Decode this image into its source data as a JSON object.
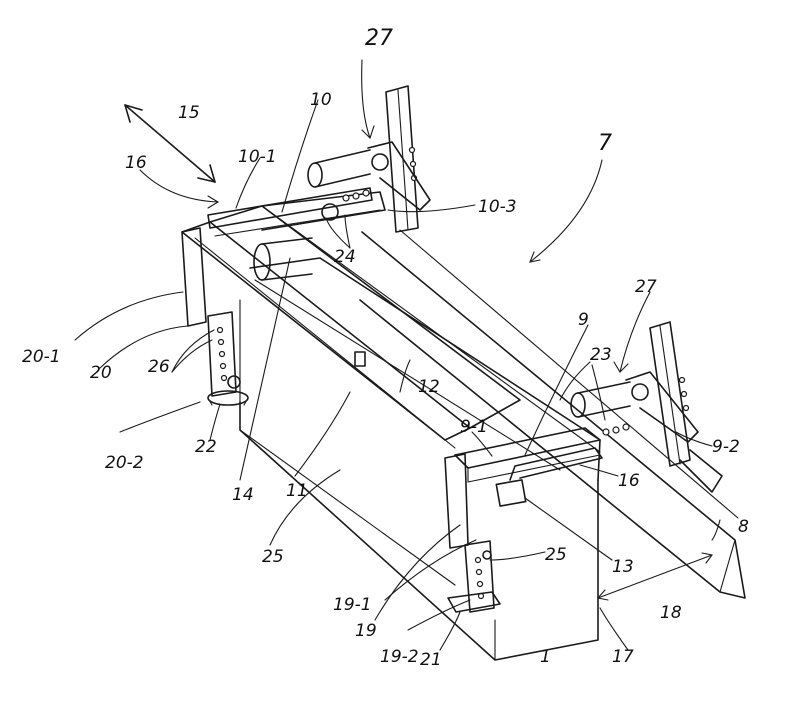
{
  "drawing": {
    "labels": {
      "l1": "1",
      "l7": "7",
      "l8": "8",
      "l9": "9",
      "l9_1": "9-1",
      "l9_2": "9-2",
      "l10": "10",
      "l10_1": "10-1",
      "l10_3": "10-3",
      "l11": "11",
      "l12": "12",
      "l13": "13",
      "l14": "14",
      "l15": "15",
      "l16a": "16",
      "l16b": "16",
      "l17": "17",
      "l18": "18",
      "l19": "19",
      "l19_1": "19-1",
      "l19_2": "19-2",
      "l20": "20",
      "l20_1": "20-1",
      "l20_2": "20-2",
      "l21": "21",
      "l22": "22",
      "l23": "23",
      "l24": "24",
      "l25a": "25",
      "l25b": "25",
      "l26": "26",
      "l27a": "27",
      "l27b": "27"
    }
  }
}
